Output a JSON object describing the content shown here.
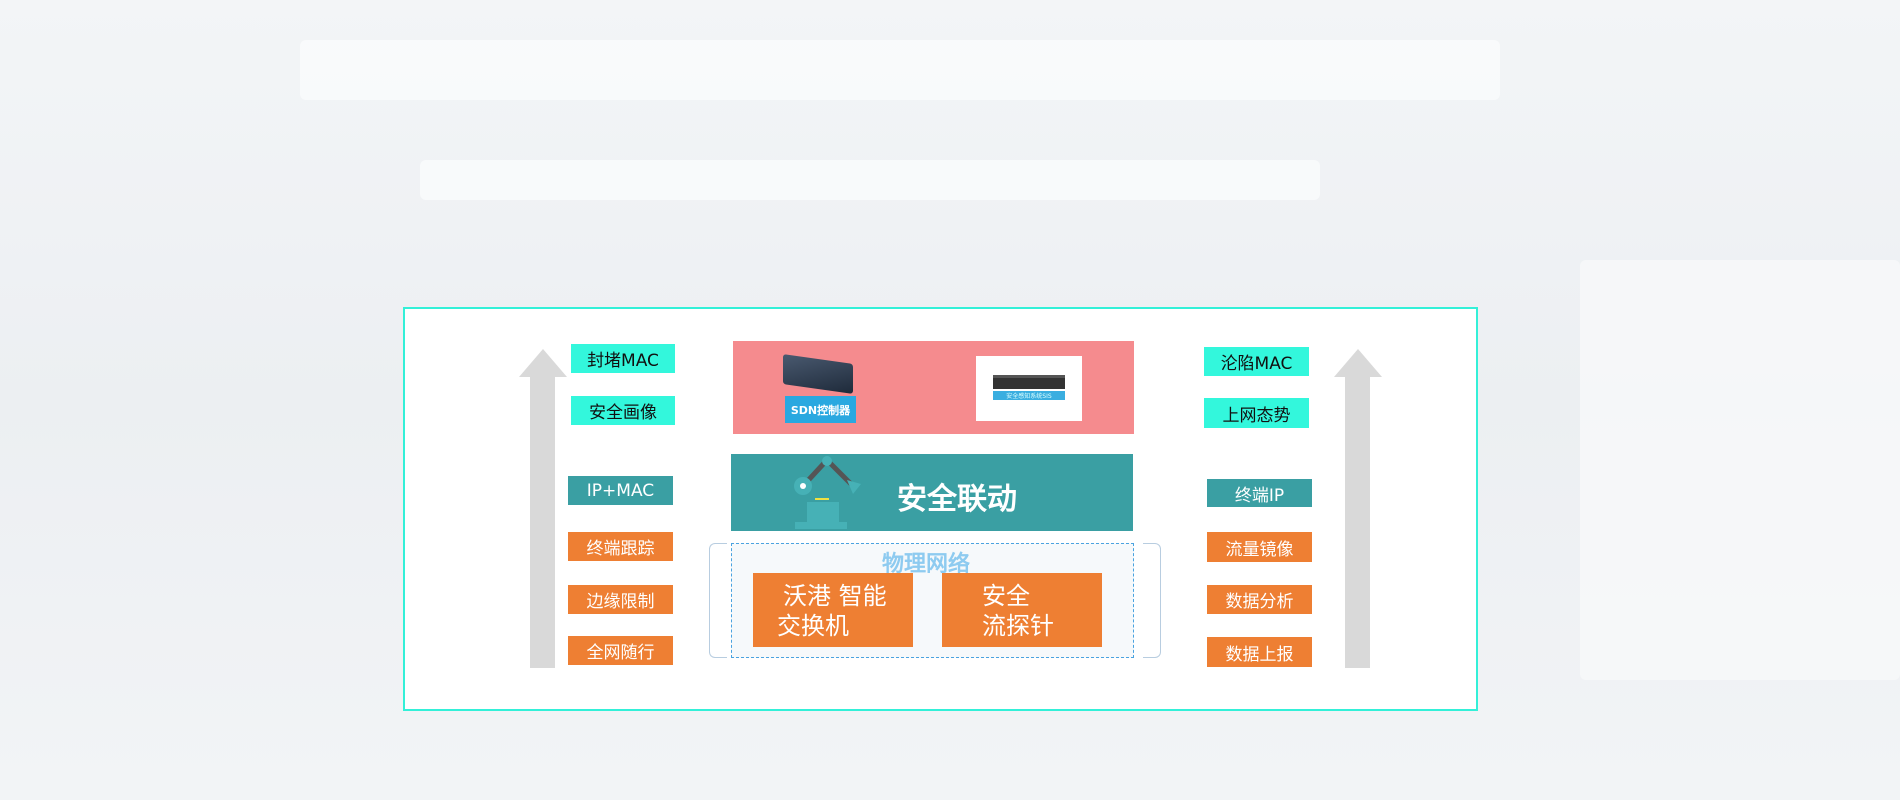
{
  "left_labels": [
    {
      "text": "封堵MAC",
      "style": "cyan"
    },
    {
      "text": "安全画像",
      "style": "cyan"
    },
    {
      "text": "IP+MAC",
      "style": "teal"
    },
    {
      "text": "终端跟踪",
      "style": "orange"
    },
    {
      "text": "边缘限制",
      "style": "orange"
    },
    {
      "text": "全网随行",
      "style": "orange"
    }
  ],
  "right_labels": [
    {
      "text": "沦陷MAC",
      "style": "cyan"
    },
    {
      "text": "上网态势",
      "style": "cyan"
    },
    {
      "text": "终端IP",
      "style": "teal"
    },
    {
      "text": "流量镜像",
      "style": "orange"
    },
    {
      "text": "数据分析",
      "style": "orange"
    },
    {
      "text": "数据上报",
      "style": "orange"
    }
  ],
  "top_layer": {
    "sdn_label": "SDN控制器",
    "device_caption": "安全感知系统SIS"
  },
  "middle_layer": {
    "title": "安全联动",
    "icon": "robot-arm-icon"
  },
  "bottom_layer": {
    "title": "物理网络",
    "switch_line1": "沃港 智能",
    "switch_line2": "交换机",
    "probe_line1": "安全",
    "probe_line2": "流探针"
  },
  "colors": {
    "cyan": "#33f7dc",
    "teal": "#3a9fa3",
    "orange": "#ee7f33",
    "pink": "#f58b8e",
    "frame": "#33f0d8"
  }
}
